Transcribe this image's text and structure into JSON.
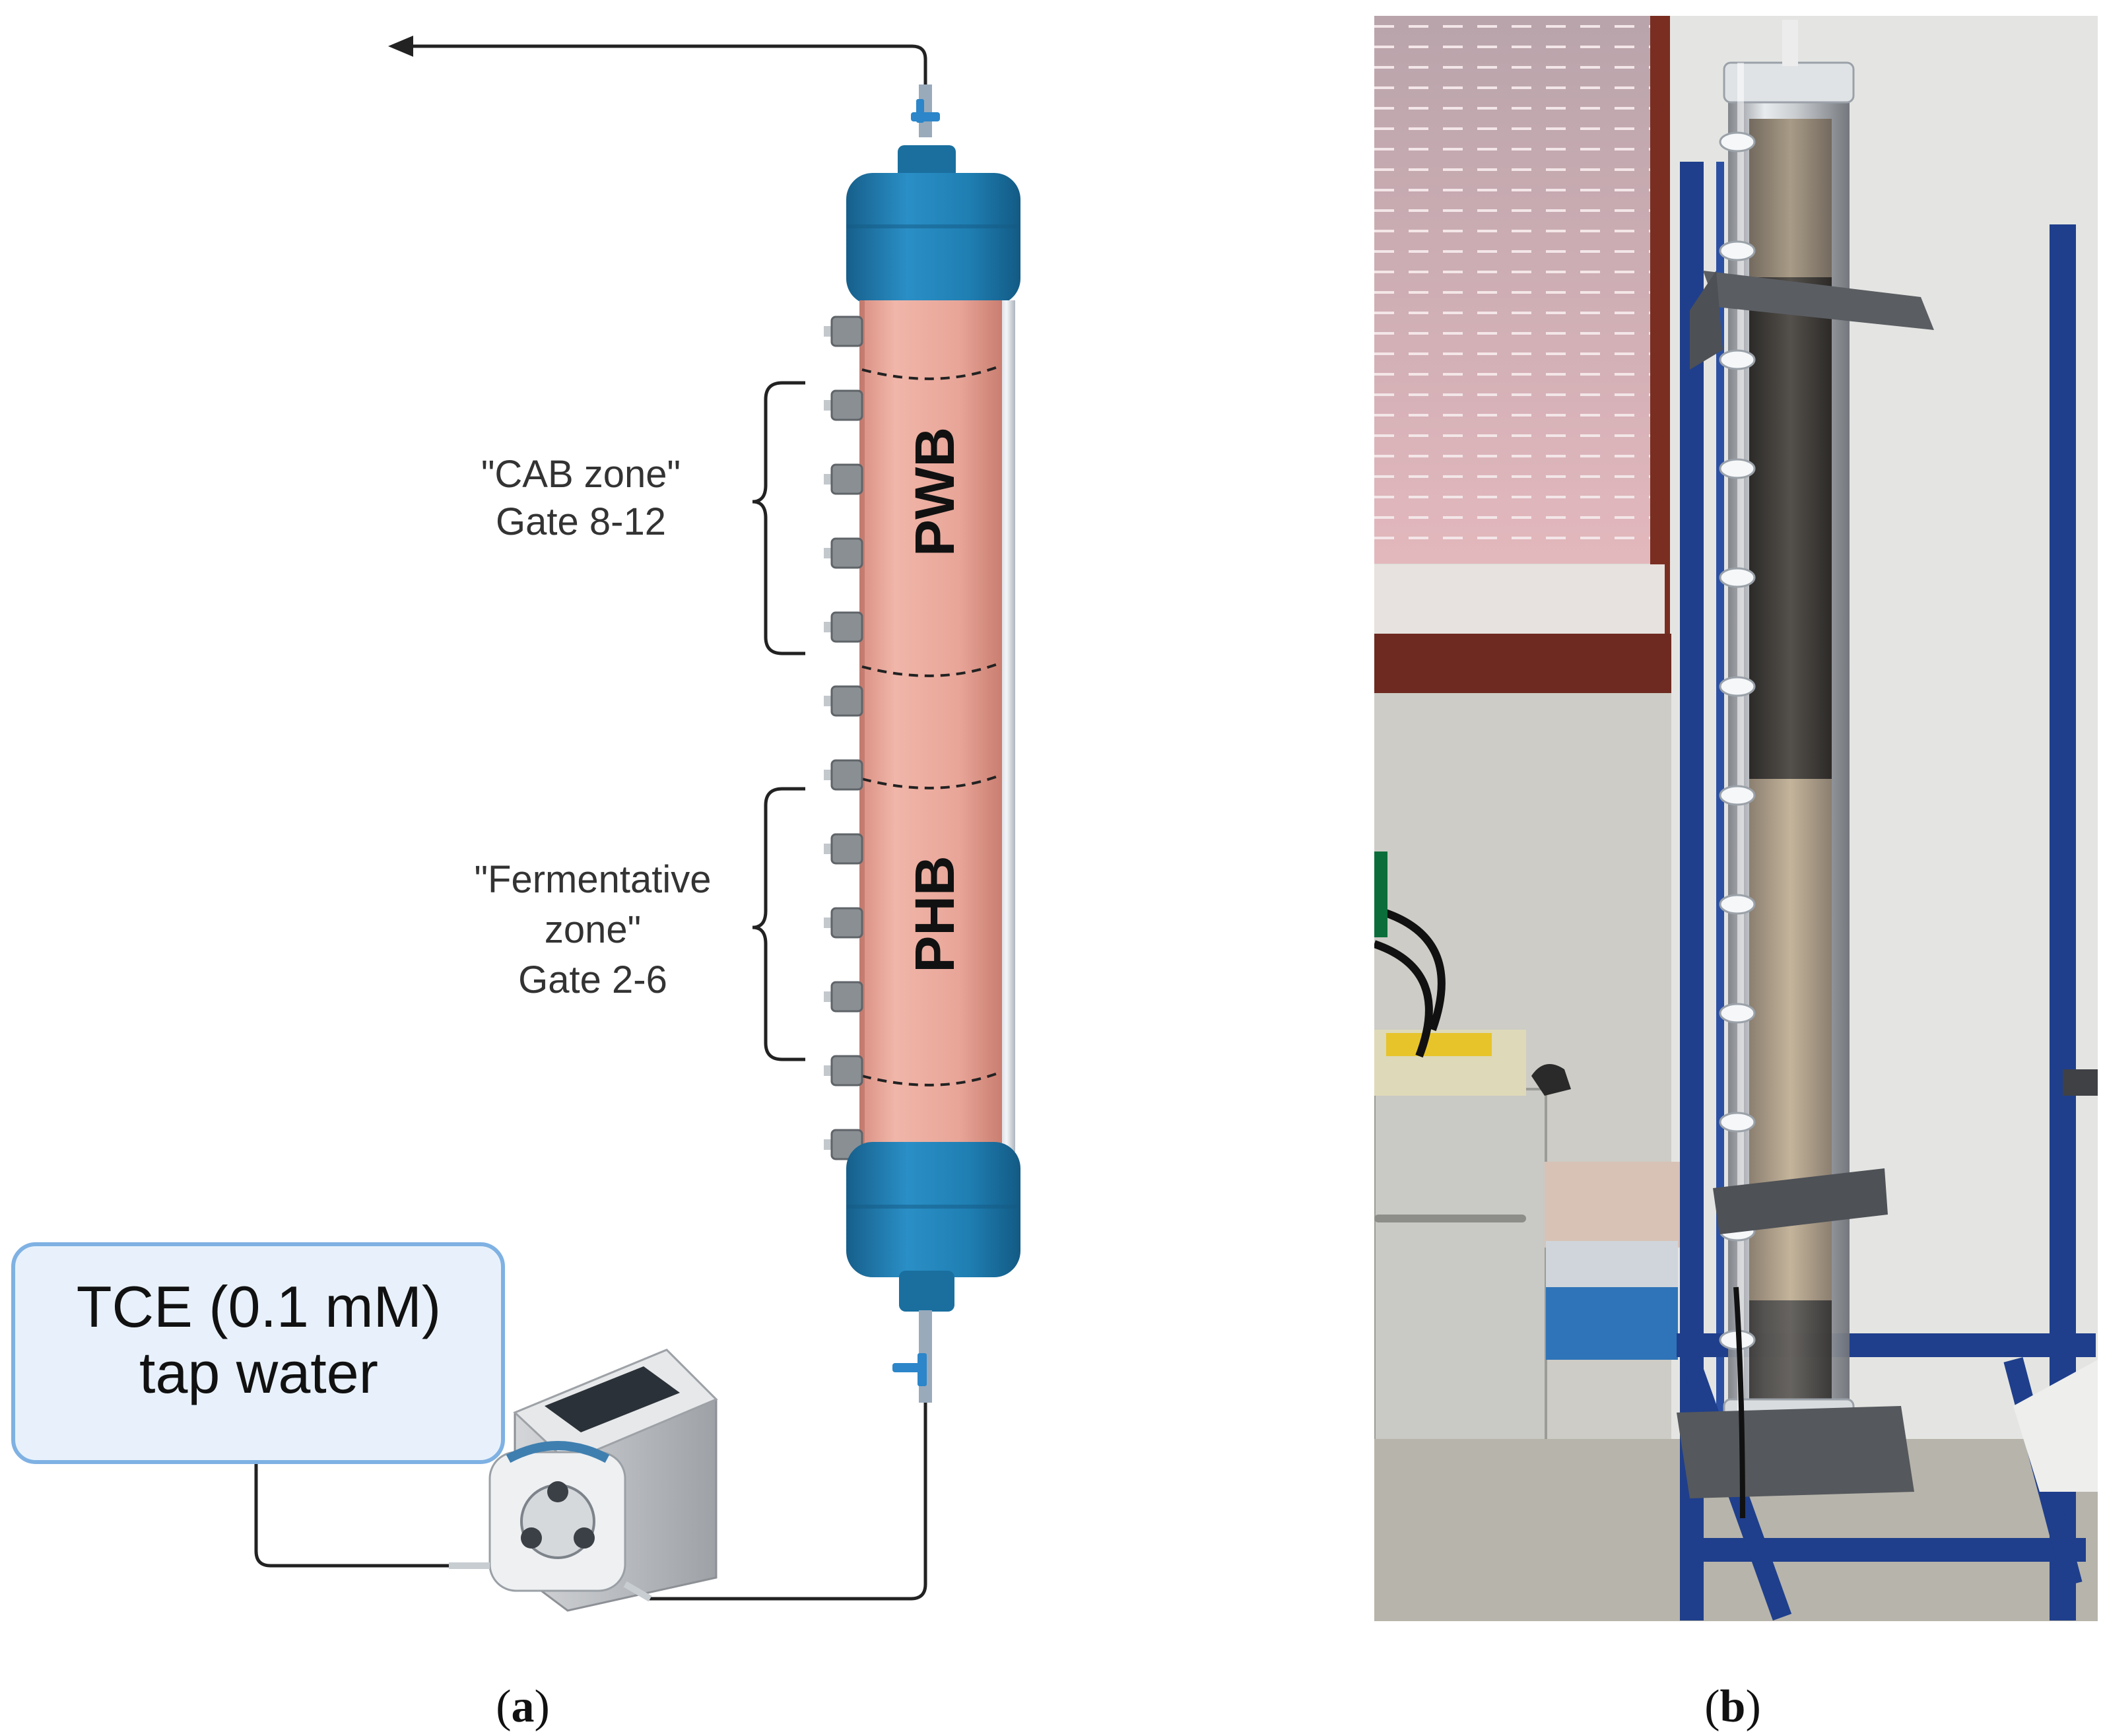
{
  "panel_a": {
    "caption_open": "(",
    "caption_letter": "a",
    "caption_close": ")",
    "source_box": {
      "line1": "TCE (0.1 mM)",
      "line2": "tap water"
    },
    "zones": {
      "upper_label": "PWB",
      "lower_label": "PHB"
    },
    "annotations": {
      "cab_line1": "\"CAB zone\"",
      "cab_line2": "Gate 8-12",
      "ferm_line1": "\"Fermentative",
      "ferm_line2": "zone\"",
      "ferm_line3": "Gate 2-6"
    },
    "colors": {
      "cap_blue": "#1f7fb3",
      "cap_dark": "#155f8a",
      "column_fill": "#e8a598",
      "column_edge": "#c97e70",
      "box_fill": "#e8f1fb",
      "box_border": "#7fb1e3",
      "port_grey": "#8a8f94",
      "valve_blue": "#2c86c9"
    },
    "icons": [
      "peristaltic-pump-icon",
      "valve-icon",
      "arrow-left-icon"
    ]
  },
  "panel_b": {
    "caption_open": "(",
    "caption_letter": "b",
    "caption_close": ")",
    "colors": {
      "wall": "#d9d9d4",
      "blind": "#cfa9ad",
      "frame": "#1f3f8c",
      "floor": "#b9b6ad",
      "sand": "#b9a890",
      "dark_fill": "#3d3a36",
      "holder": "#5a5d62"
    }
  }
}
